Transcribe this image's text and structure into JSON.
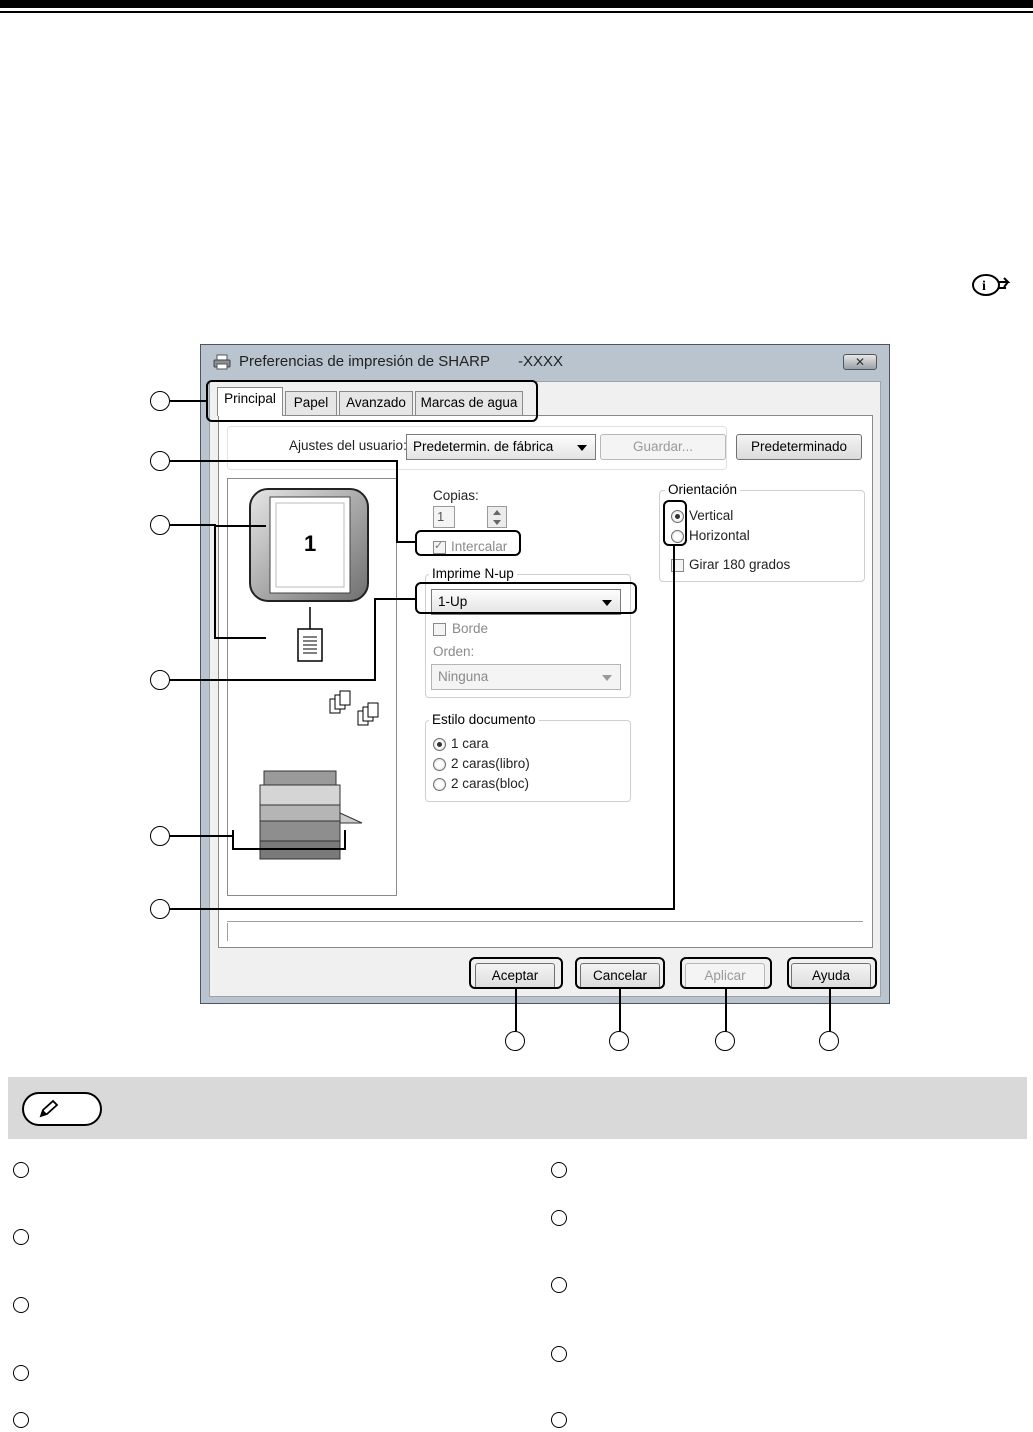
{
  "dialog": {
    "title": "Preferencias de impresión de SHARP",
    "model": "-XXXX",
    "close_label": "✕",
    "tabs": [
      {
        "label": "Principal",
        "active": true
      },
      {
        "label": "Papel",
        "active": false
      },
      {
        "label": "Avanzado",
        "active": false
      },
      {
        "label": "Marcas de agua",
        "active": false
      }
    ],
    "user_settings": {
      "label": "Ajustes del usuario:",
      "value": "Predetermin. de fábrica",
      "save_button": "Guardar...",
      "default_button": "Predeterminado"
    },
    "preview": {
      "page_number": "1"
    },
    "copies": {
      "label": "Copias:",
      "value": "1",
      "collate_label": "Intercalar"
    },
    "nup": {
      "group_label": "Imprime N-up",
      "value": "1-Up",
      "border_label": "Borde",
      "order_label": "Orden:",
      "order_value": "Ninguna"
    },
    "document_style": {
      "group_label": "Estilo documento",
      "options": [
        "1 cara",
        "2 caras(libro)",
        "2 caras(bloc)"
      ],
      "selected": "1 cara"
    },
    "orientation": {
      "group_label": "Orientación",
      "options": [
        "Vertical",
        "Horizontal"
      ],
      "selected": "Vertical",
      "rotate_label": "Girar 180 grados"
    },
    "buttons": {
      "ok": "Aceptar",
      "cancel": "Cancelar",
      "apply": "Aplicar",
      "help": "Ayuda"
    }
  },
  "icons": {
    "info": "info-pointer-icon",
    "note": "pencil-note-icon",
    "printer": "printer-icon"
  }
}
